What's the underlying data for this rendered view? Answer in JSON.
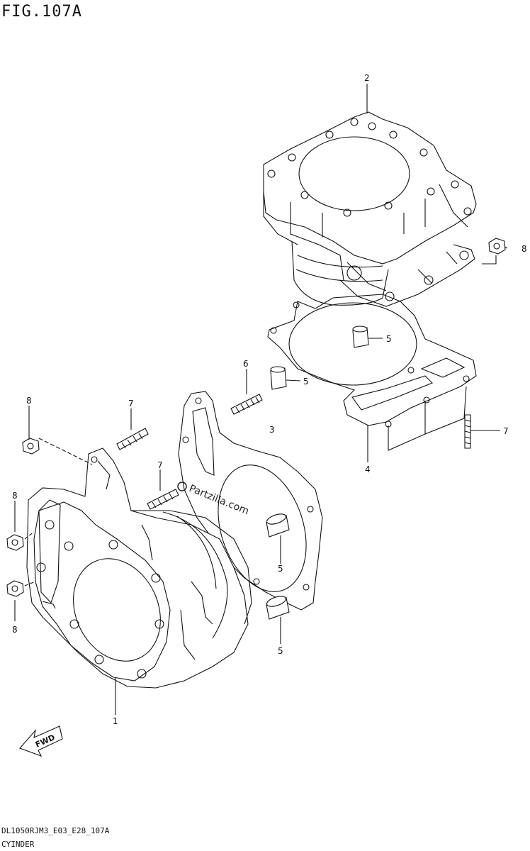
{
  "figure": {
    "title": "FIG.107A",
    "footer_code": "DL1050RJM3_E03_E28_107A",
    "footer_name": "CYINDER"
  },
  "watermark": "Partzilla.com",
  "fwd_label": "FWD",
  "callouts": {
    "c1": "1",
    "c2": "2",
    "c3": "3",
    "c4": "4",
    "c5a": "5",
    "c5b": "5",
    "c5c": "5",
    "c5d": "5",
    "c6": "6",
    "c7a": "7",
    "c7b": "7",
    "c7c": "7",
    "c8a": "8",
    "c8b": "8",
    "c8c": "8",
    "c8d": "8"
  }
}
